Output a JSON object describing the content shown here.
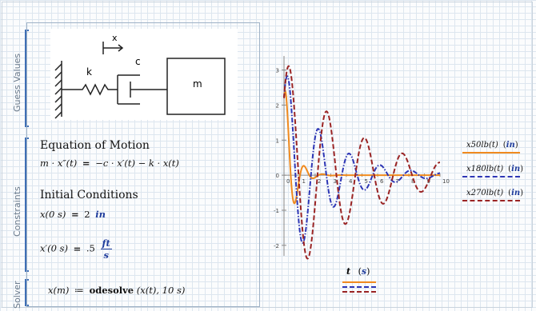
{
  "sidebar": {
    "sections": [
      {
        "label": "Guess Values"
      },
      {
        "label": "Constraints"
      },
      {
        "label": "Solver"
      }
    ]
  },
  "diagram": {
    "x_label": "x",
    "k_label": "k",
    "c_label": "c",
    "m_label": "m"
  },
  "equations": {
    "motion_title": "Equation of Motion",
    "motion_lhs": "m · x″(t)",
    "motion_rhs": "−c · x′(t) − k · x(t)",
    "initial_title": "Initial Conditions",
    "ic1_lhs": "x(0 s)",
    "ic1_value": "2",
    "ic1_unit": "in",
    "ic2_lhs": "x′(0 s)",
    "ic2_value": ".5",
    "ic2_unit_num": "ft",
    "ic2_unit_den": "s",
    "solver_lhs": "x(m)",
    "solver_func": "odesolve",
    "solver_args": "(x(t), 10 s)"
  },
  "chart_data": {
    "type": "line",
    "xlabel": "t",
    "xlabel_unit": "s",
    "xlim": [
      0,
      10
    ],
    "ylim": [
      -2.3,
      3.4
    ],
    "x_ticks": [
      0,
      1,
      2,
      3,
      4,
      5,
      6,
      7,
      8,
      9,
      10
    ],
    "y_ticks": [
      3,
      2,
      1,
      0,
      -1,
      -2
    ],
    "series": [
      {
        "name": "x50lb(t)",
        "unit": "in",
        "color": "#f08a1e",
        "style": "solid",
        "x0": 2.2,
        "v0": 6.0,
        "zeta": 0.33,
        "omega": 5.6
      },
      {
        "name": "x180lb(t)",
        "unit": "in",
        "color": "#2d36b5",
        "style": "dashdot",
        "x0": 2.2,
        "v0": 6.0,
        "zeta": 0.12,
        "omega": 3.2
      },
      {
        "name": "x270lb(t)",
        "unit": "in",
        "color": "#9a2424",
        "style": "dashed",
        "x0": 2.2,
        "v0": 6.0,
        "zeta": 0.085,
        "omega": 2.6
      }
    ],
    "grid": true
  }
}
